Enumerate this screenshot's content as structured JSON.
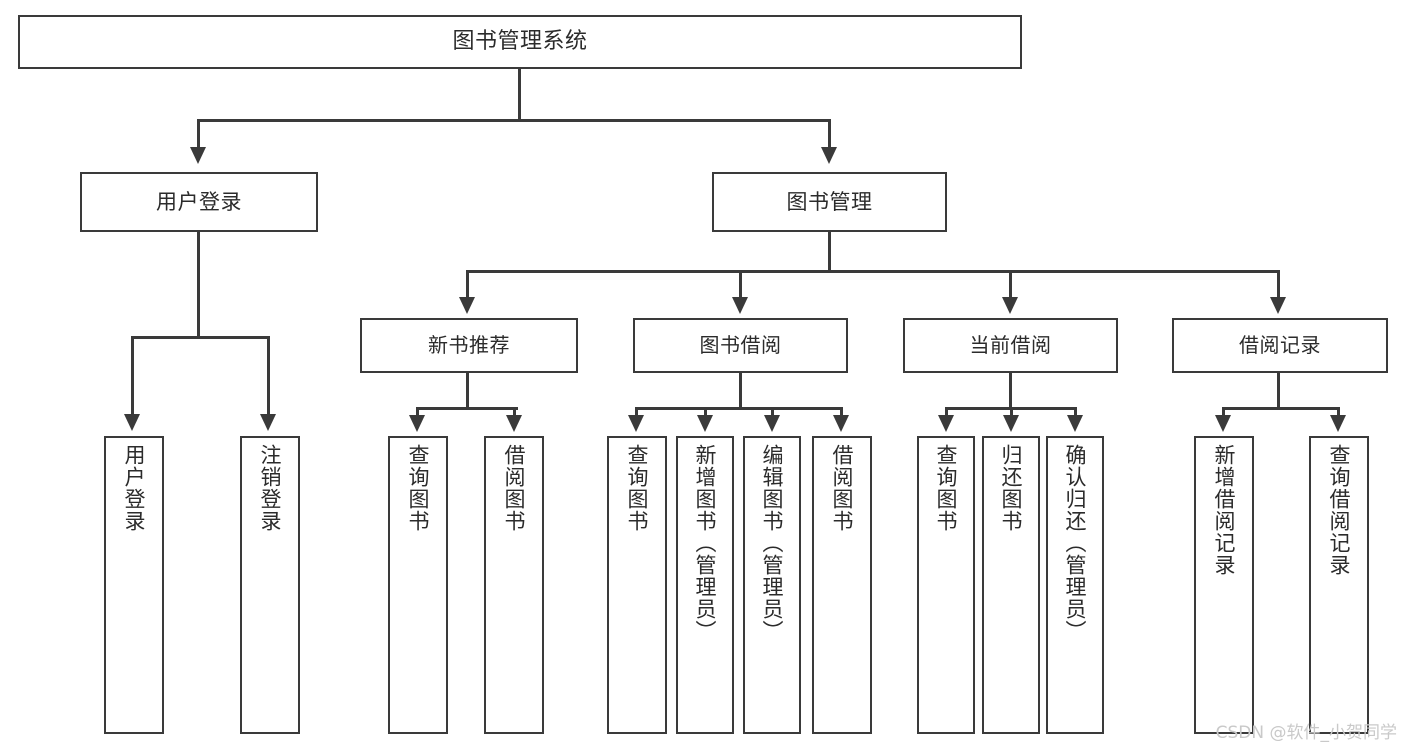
{
  "diagram": {
    "type": "hierarchy-tree",
    "title": "图书管理系统",
    "root": {
      "label": "图书管理系统"
    },
    "level1": [
      {
        "label": "用户登录"
      },
      {
        "label": "图书管理"
      }
    ],
    "level2": [
      {
        "label": "新书推荐"
      },
      {
        "label": "图书借阅"
      },
      {
        "label": "当前借阅"
      },
      {
        "label": "借阅记录"
      }
    ],
    "leaves": {
      "user_login": [
        {
          "label": "用户登录"
        },
        {
          "label": "注销登录"
        }
      ],
      "new_book_recommend": [
        {
          "label": "查询图书"
        },
        {
          "label": "借阅图书"
        }
      ],
      "book_borrow": [
        {
          "label": "查询图书"
        },
        {
          "label": "新增图书（管理员）"
        },
        {
          "label": "编辑图书（管理员）"
        },
        {
          "label": "借阅图书"
        }
      ],
      "current_borrow": [
        {
          "label": "查询图书"
        },
        {
          "label": "归还图书"
        },
        {
          "label": "确认归还（管理员）"
        }
      ],
      "borrow_record": [
        {
          "label": "新增借阅记录"
        },
        {
          "label": "查询借阅记录"
        }
      ]
    }
  },
  "watermark": {
    "text": "CSDN @软件_小贺同学"
  },
  "colors": {
    "stroke": "#3a3a3a",
    "text": "#2b2b2b",
    "background": "#ffffff",
    "watermark": "#c9c9c9"
  }
}
